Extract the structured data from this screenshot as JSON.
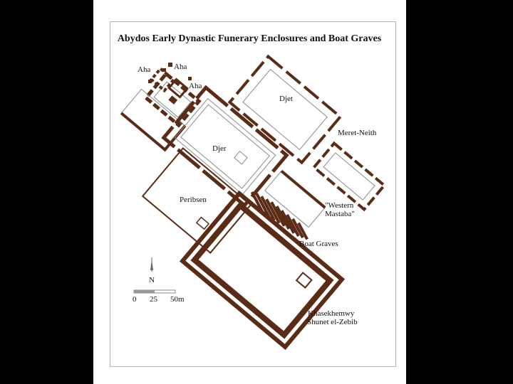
{
  "map": {
    "title": "Abydos Early Dynastic Funerary Enclosures and Boat Graves",
    "labels": {
      "aha_1": "Aha",
      "aha_2": "Aha",
      "aha_3": "Aha",
      "djet": "Djet",
      "meret_neith": "Meret-Neith",
      "djer": "Djer",
      "peribsen": "Peribsen",
      "western_mastaba_line1": "\"Western",
      "western_mastaba_line2": "Mastaba\"",
      "boat_graves": "Boat Graves",
      "khasekhemwy_line1": "Khasekhemwy",
      "khasekhemwy_line2": "Shunet el-Zebib"
    },
    "north_label": "N",
    "scale_labels": [
      "0",
      "25",
      "50m"
    ],
    "colors": {
      "wall": "#5a2c16",
      "outline": "#8a8a8a",
      "background": "#ffffff",
      "letterbox": "#000000"
    }
  }
}
